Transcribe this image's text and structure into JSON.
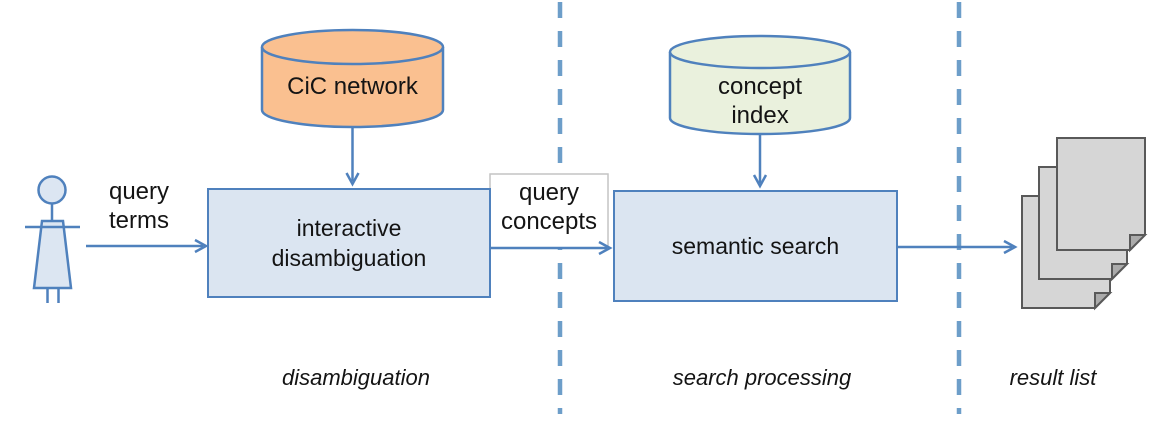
{
  "nodes": {
    "cic_store": "CiC network",
    "index_store": [
      "concept",
      "index"
    ],
    "disambiguation_process": [
      "interactive",
      "disambiguation"
    ],
    "search_process": "semantic search"
  },
  "edges": {
    "query_terms": [
      "query",
      "terms"
    ],
    "query_concepts": [
      "query",
      "concepts"
    ]
  },
  "phases": [
    "disambiguation",
    "search processing",
    "result list"
  ],
  "result_documents_count": 3,
  "colors": {
    "accent_blue": "#4F81BD",
    "dashed_divider_blue": "#6D9EC9",
    "process_fill": "#DBE5F1",
    "cic_store_fill": "#FAC090",
    "index_store_fill": "#EAF1DD",
    "document_fill": "#D6D6D6",
    "document_stroke": "#595959",
    "document_fold_fill": "#ABABAB",
    "edge_label_box_border": "#C4C4C4"
  }
}
